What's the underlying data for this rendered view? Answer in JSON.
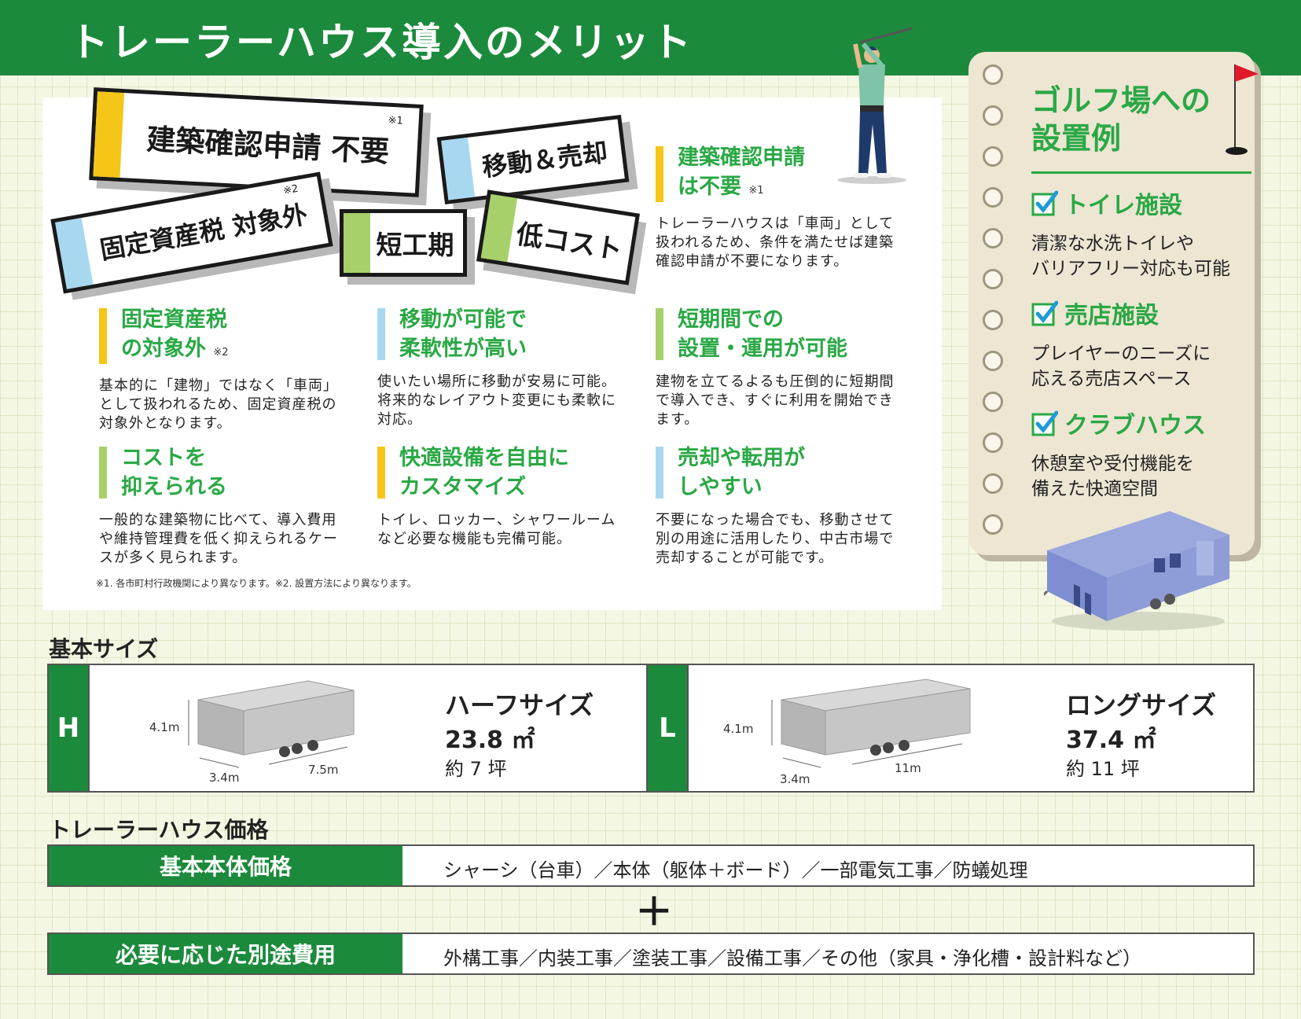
{
  "header": {
    "title": "トレーラーハウス導入のメリット"
  },
  "tags": {
    "t1": "建築確認申請 不要",
    "t1_note": "※1",
    "t2": "移動＆売却",
    "t3": "固定資産税 対象外",
    "t3_note": "※2",
    "t4": "短工期",
    "t5": "低コスト"
  },
  "features": [
    {
      "title1": "建築確認申請",
      "title2": "は不要",
      "note": "※1",
      "body": "トレーラーハウスは「車両」として扱われるため、条件を満たせば建築確認申請が不要になります。"
    },
    {
      "title1": "固定資産税",
      "title2": "の対象外",
      "note": "※2",
      "body": "基本的に「建物」ではなく「車両」として扱われるため、固定資産税の対象外となります。"
    },
    {
      "title1": "移動が可能で",
      "title2": "柔軟性が高い",
      "body": "使いたい場所に移動が安易に可能。将来的なレイアウト変更にも柔軟に対応。"
    },
    {
      "title1": "短期間での",
      "title2": "設置・運用が可能",
      "body": "建物を立てるよるも圧倒的に短期間で導入でき、すぐに利用を開始できます。"
    },
    {
      "title1": "コストを",
      "title2": "抑えられる",
      "body": "一般的な建築物に比べて、導入費用や維持管理費を低く抑えられるケースが多く見られます。"
    },
    {
      "title1": "快適設備を自由に",
      "title2": "カスタマイズ",
      "body": "トイレ、ロッカー、シャワールームなど必要な機能も完備可能。"
    },
    {
      "title1": "売却や転用が",
      "title2": "しやすい",
      "body": "不要になった場合でも、移動させて別の用途に活用したり、中古市場で売却することが可能です。"
    }
  ],
  "footnote": "※1. 各市町村行政機関により異なります。※2. 設置方法により異なります。",
  "golf": {
    "title1": "ゴルフ場への",
    "title2": "設置例",
    "items": [
      {
        "title": "トイレ施設",
        "line1": "清潔な水洗トイレや",
        "line2": "バリアフリー対応も可能"
      },
      {
        "title": "売店施設",
        "line1": "プレイヤーのニーズに",
        "line2": "応える売店スペース"
      },
      {
        "title": "クラブハウス",
        "line1": "休憩室や受付機能を",
        "line2": "備えた快適空間"
      }
    ]
  },
  "sizes": {
    "section_title": "基本サイズ",
    "half": {
      "letter": "H",
      "name": "ハーフサイズ",
      "area": "23.8 ㎡",
      "tsubo": "約 7 坪",
      "height": "4.1m",
      "width": "3.4m",
      "length": "7.5m"
    },
    "long": {
      "letter": "L",
      "name": "ロングサイズ",
      "area": "37.4 ㎡",
      "tsubo": "約 11 坪",
      "height": "4.1m",
      "width": "3.4m",
      "length": "11m"
    }
  },
  "price": {
    "section_title": "トレーラーハウス価格",
    "base_label": "基本本体価格",
    "base_value": "シャーシ（台車）／本体（躯体＋ボード）／一部電気工事／防蟻処理",
    "plus": "＋",
    "extra_label": "必要に応じた別途費用",
    "extra_value": "外構工事／内装工事／塗装工事／設備工事／その他（家具・浄化槽・設計料など）"
  },
  "colors": {
    "green": "#1c8a3c",
    "accent_green": "#2aa845",
    "yellow": "#f5c518",
    "light_blue": "#a8d8f0",
    "light_green": "#a8d06a"
  }
}
